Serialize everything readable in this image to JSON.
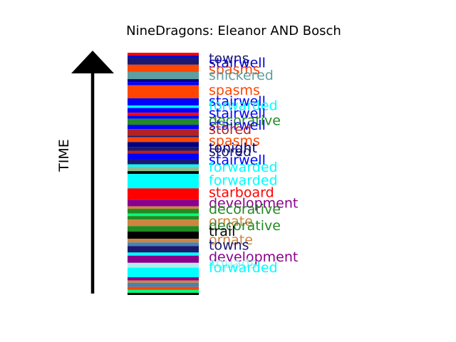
{
  "chart_data": {
    "type": "bar",
    "title": "NineDragons: Eleanor AND Bosch",
    "ylabel": "TIME",
    "stripes": [
      {
        "color": "#FF0000",
        "t": 0.0
      },
      {
        "color": "#0000CD",
        "t": 0.012
      },
      {
        "color": "#191970",
        "t": 0.022
      },
      {
        "color": "#FF4500",
        "t": 0.05
      },
      {
        "color": "#5F9EA0",
        "t": 0.08
      },
      {
        "color": "#000080",
        "t": 0.11
      },
      {
        "color": "#0000FF",
        "t": 0.122
      },
      {
        "color": "#FF4500",
        "t": 0.135
      },
      {
        "color": "#0000FF",
        "t": 0.19
      },
      {
        "color": "#00FFFF",
        "t": 0.22
      },
      {
        "color": "#0000FF",
        "t": 0.23
      },
      {
        "color": "#FF0000",
        "t": 0.25
      },
      {
        "color": "#0000FF",
        "t": 0.262
      },
      {
        "color": "#228B22",
        "t": 0.275
      },
      {
        "color": "#0000FF",
        "t": 0.3
      },
      {
        "color": "#B22222",
        "t": 0.318
      },
      {
        "color": "#191970",
        "t": 0.345
      },
      {
        "color": "#FF4500",
        "t": 0.352
      },
      {
        "color": "#000080",
        "t": 0.372
      },
      {
        "color": "#191970",
        "t": 0.392
      },
      {
        "color": "#B22222",
        "t": 0.408
      },
      {
        "color": "#0000FF",
        "t": 0.42
      },
      {
        "color": "#191970",
        "t": 0.445
      },
      {
        "color": "#00FFFF",
        "t": 0.465
      },
      {
        "color": "#8FBC8F",
        "t": 0.475
      },
      {
        "color": "#000000",
        "t": 0.493
      },
      {
        "color": "#00FFFF",
        "t": 0.505
      },
      {
        "color": "#00FFFF",
        "t": 0.528
      },
      {
        "color": "#FF0000",
        "t": 0.565
      },
      {
        "color": "#8B008B",
        "t": 0.612
      },
      {
        "color": "#CD853F",
        "t": 0.64
      },
      {
        "color": "#228B22",
        "t": 0.65
      },
      {
        "color": "#00FF7F",
        "t": 0.67
      },
      {
        "color": "#228B22",
        "t": 0.68
      },
      {
        "color": "#CD853F",
        "t": 0.695
      },
      {
        "color": "#228B22",
        "t": 0.722
      },
      {
        "color": "#000000",
        "t": 0.745
      },
      {
        "color": "#CD853F",
        "t": 0.775
      },
      {
        "color": "#4682B4",
        "t": 0.79
      },
      {
        "color": "#191970",
        "t": 0.805
      },
      {
        "color": "#00FFFF",
        "t": 0.832
      },
      {
        "color": "#8B008B",
        "t": 0.845
      },
      {
        "color": "#AFEEEE",
        "t": 0.875
      },
      {
        "color": "#00FFFF",
        "t": 0.895
      },
      {
        "color": "#8B008B",
        "t": 0.935
      },
      {
        "color": "#CD853F",
        "t": 0.948
      },
      {
        "color": "#4682B4",
        "t": 0.958
      },
      {
        "color": "#FF4500",
        "t": 0.975
      },
      {
        "color": "#00FF7F",
        "t": 0.988
      },
      {
        "color": "#000000",
        "t": 1.0
      }
    ],
    "labels": [
      {
        "text": "towns",
        "color": "#191970",
        "t": 0.022
      },
      {
        "text": "stairwell",
        "color": "#0000CD",
        "t": 0.04
      },
      {
        "text": "spasms",
        "color": "#FF4500",
        "t": 0.068
      },
      {
        "text": "snickered",
        "color": "#5F9EA0",
        "t": 0.092
      },
      {
        "text": "spasms",
        "color": "#FF4500",
        "t": 0.155
      },
      {
        "text": "stairwell",
        "color": "#0000FF",
        "t": 0.2
      },
      {
        "text": "forwarded",
        "color": "#00FFFF",
        "t": 0.218
      },
      {
        "text": "stairwell",
        "color": "#0000FF",
        "t": 0.25
      },
      {
        "text": "decorative",
        "color": "#228B22",
        "t": 0.28
      },
      {
        "text": "stairwell",
        "color": "#0000FF",
        "t": 0.3
      },
      {
        "text": "stored",
        "color": "#B22222",
        "t": 0.318
      },
      {
        "text": "spasms",
        "color": "#FF4500",
        "t": 0.365
      },
      {
        "text": "tonight",
        "color": "#000080",
        "t": 0.395
      },
      {
        "text": "stored",
        "color": "#191970",
        "t": 0.41
      },
      {
        "text": "stairwell",
        "color": "#0000FF",
        "t": 0.445
      },
      {
        "text": "forwarded",
        "color": "#00FFFF",
        "t": 0.475
      },
      {
        "text": "forwarded",
        "color": "#00FFFF",
        "t": 0.53
      },
      {
        "text": "starboard",
        "color": "#FF0000",
        "t": 0.58
      },
      {
        "text": "development",
        "color": "#8B008B",
        "t": 0.625
      },
      {
        "text": "decorative",
        "color": "#228B22",
        "t": 0.65
      },
      {
        "text": "ornate",
        "color": "#CD853F",
        "t": 0.7
      },
      {
        "text": "decorative",
        "color": "#228B22",
        "t": 0.718
      },
      {
        "text": "trail",
        "color": "#000000",
        "t": 0.742
      },
      {
        "text": "ornate",
        "color": "#CD853F",
        "t": 0.778
      },
      {
        "text": "towns",
        "color": "#191970",
        "t": 0.8
      },
      {
        "text": "development",
        "color": "#8B008B",
        "t": 0.848
      },
      {
        "text": "squads",
        "color": "#AFEEEE",
        "t": 0.875
      },
      {
        "text": "forwarded",
        "color": "#00FFFF",
        "t": 0.893
      }
    ]
  }
}
